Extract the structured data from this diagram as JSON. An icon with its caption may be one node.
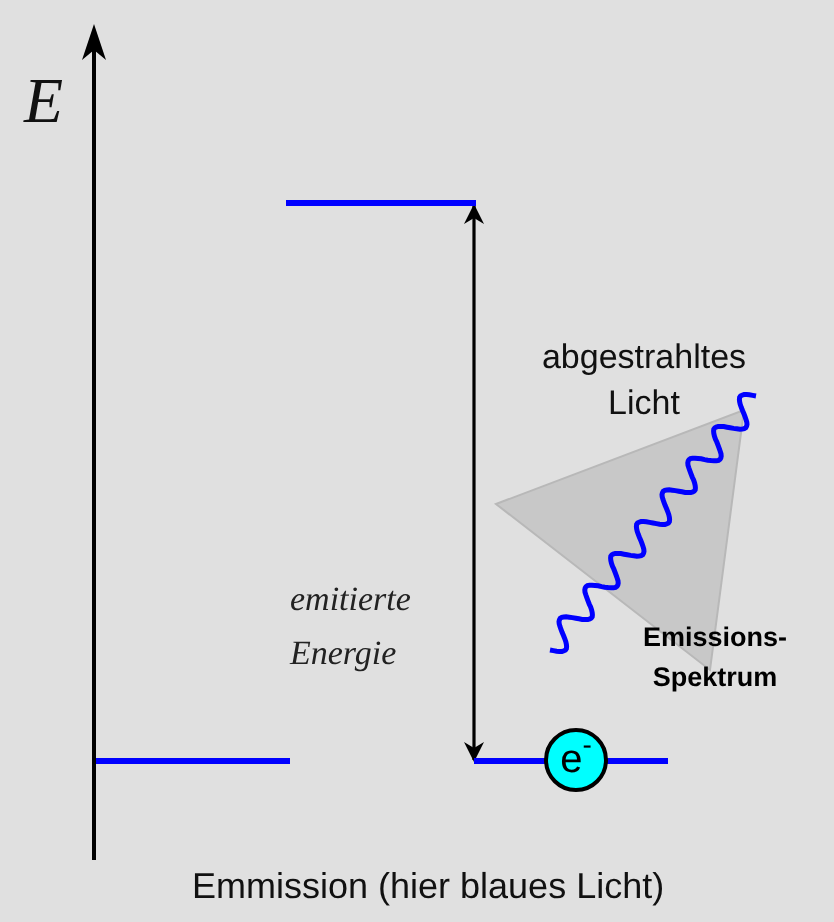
{
  "diagram": {
    "caption": "Emmission (hier blaues Licht)",
    "nodes": [
      {
        "text": [],
        "shape": "bar"
      },
      {
        "text": [],
        "shape": "bar"
      },
      {
        "text": [],
        "shape": "bar"
      },
      {
        "text": [
          "e$^{-}$"
        ],
        "in": 2
      }
    ],
    "edges": [
      {
        "from": 0,
        "to": 2,
        "arrow": "both",
        "label": "emitierte Energie"
      }
    ],
    "labels": [
      "E",
      "abgestrahltes Licht",
      "Emissions-Spektrum"
    ]
  }
}
